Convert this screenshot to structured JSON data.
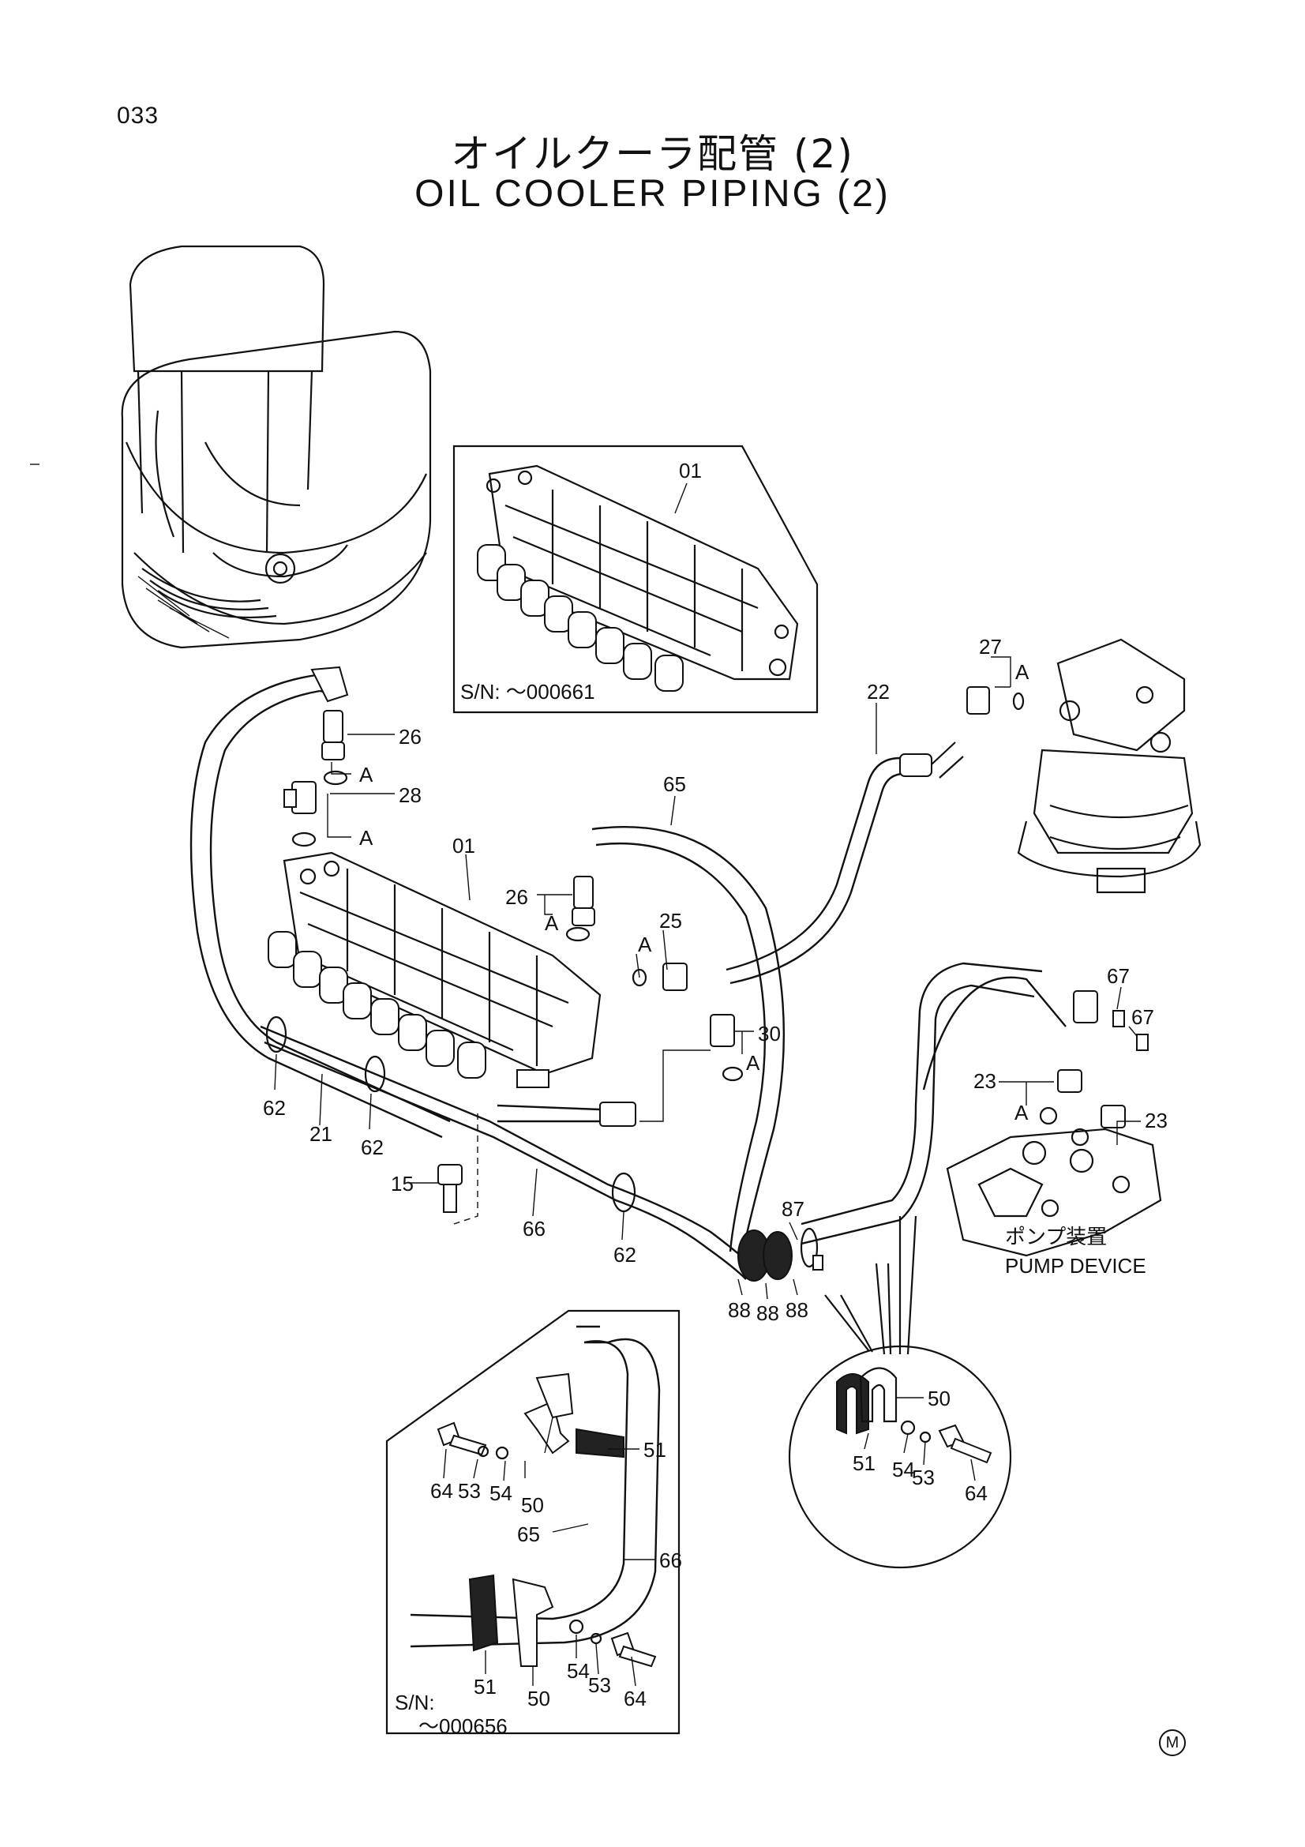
{
  "page": {
    "number": "033",
    "title_ja": "オイルクーラ配管 (2)",
    "title_en": "OIL COOLER PIPING (2)",
    "mark": "M"
  },
  "serial_notes": {
    "inset_top": "S/N:  ～000661",
    "inset_bottom_prefix": "S/N:",
    "inset_bottom_value": "～000656"
  },
  "pump_device": {
    "label_ja": "ポンプ装置",
    "label_en": "PUMP DEVICE"
  },
  "callouts": {
    "p01_inset": "01",
    "p01_main": "01",
    "p15": "15",
    "p21": "21",
    "p22": "22",
    "p23_a": "23",
    "p23_b": "23",
    "p25": "25",
    "p26_a": "26",
    "p26_b": "26",
    "p27": "27",
    "p28": "28",
    "p30": "30",
    "p62_a": "62",
    "p62_b": "62",
    "p62_c": "62",
    "p65": "65",
    "p66": "66",
    "p67_a": "67",
    "p67_b": "67",
    "p87": "87",
    "p88_a": "88",
    "p88_b": "88",
    "p88_c": "88",
    "detail_50": "50",
    "detail_51": "51",
    "detail_54": "54",
    "detail_53": "53",
    "detail_64": "64",
    "bl_64": "64",
    "bl_53": "53",
    "bl_54": "54",
    "bl_50": "50",
    "bl_51_top": "51",
    "bl_65": "65",
    "bl_66": "66",
    "bl_51_bot": "51",
    "bl_50_bot": "50",
    "bl_54_bot": "54",
    "bl_53_bot": "53",
    "bl_64_bot": "64",
    "A1": "A",
    "A2": "A",
    "A3": "A",
    "A4": "A",
    "A5": "A",
    "A6": "A",
    "A7": "A"
  }
}
